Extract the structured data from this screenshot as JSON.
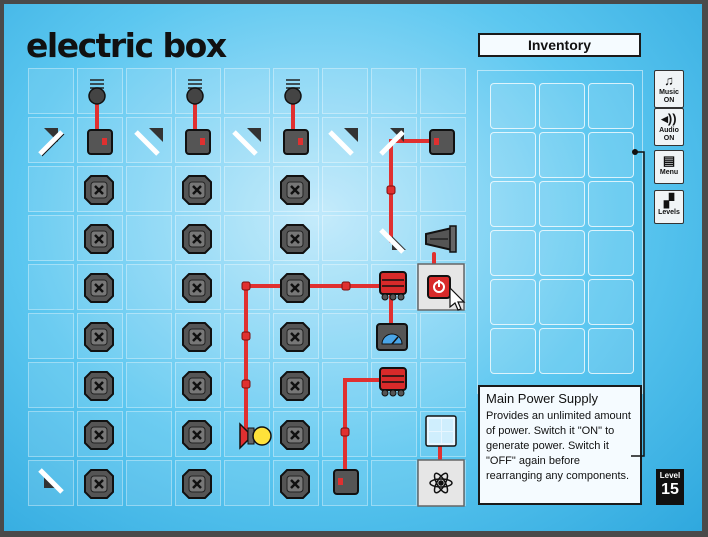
{
  "game": {
    "title": "electric box",
    "inventory_label": "Inventory",
    "cursor": "pointer-hand"
  },
  "menu": [
    {
      "name": "music",
      "line1": "Music",
      "line2": "ON",
      "icon": "♫"
    },
    {
      "name": "audio",
      "line1": "Audio",
      "line2": "ON",
      "icon": "◂))"
    },
    {
      "name": "menu",
      "line1": "Menu",
      "line2": "",
      "icon": "▤"
    },
    {
      "name": "levels",
      "line1": "Levels",
      "line2": "",
      "icon": "▞"
    }
  ],
  "info": {
    "title": "Main Power Supply",
    "text": "Provides an unlimited amount of power. Switch it \"ON\" to generate power. Switch it \"OFF\" again before rearranging any components."
  },
  "level": {
    "label": "Level",
    "number": "15"
  },
  "colors": {
    "wire": "#e03030",
    "panel": "#f5fbff",
    "board_cell": "#8fd8f5",
    "bulb": "#ffe23a"
  }
}
